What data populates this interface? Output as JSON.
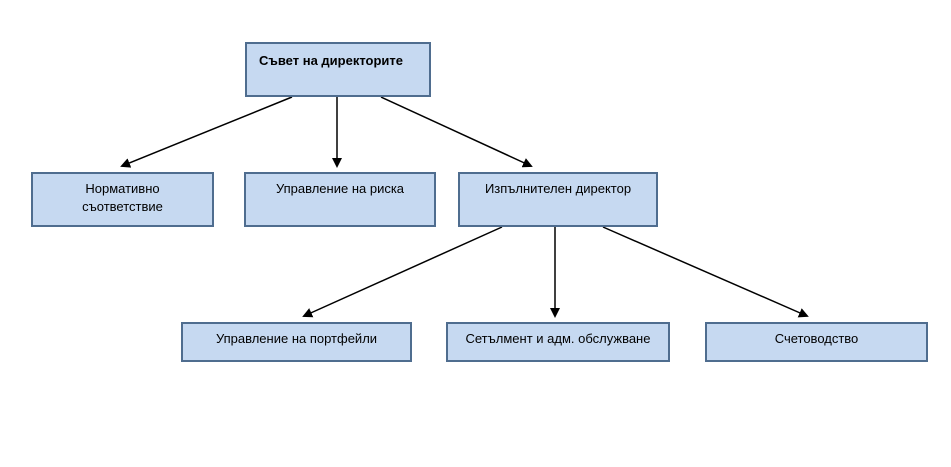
{
  "diagram": {
    "nodes": {
      "board": {
        "label": "Съвет на директорите"
      },
      "compliance": {
        "line1": "Нормативно",
        "line2": "съответствие"
      },
      "risk": {
        "label": "Управление на риска"
      },
      "exec": {
        "label": "Изпълнителен директор"
      },
      "portfolio": {
        "label": "Управление на портфейли"
      },
      "settlement": {
        "label": "Сетълмент и адм. обслужване"
      },
      "accounting": {
        "label": "Счетоводство"
      }
    },
    "edges": [
      {
        "from": "board",
        "to": "compliance"
      },
      {
        "from": "board",
        "to": "risk"
      },
      {
        "from": "board",
        "to": "exec"
      },
      {
        "from": "exec",
        "to": "portfolio"
      },
      {
        "from": "exec",
        "to": "settlement"
      },
      {
        "from": "exec",
        "to": "accounting"
      }
    ],
    "colors": {
      "box_fill": "#c6d9f1",
      "box_border": "#4f6d8f",
      "connector": "#000000"
    }
  }
}
